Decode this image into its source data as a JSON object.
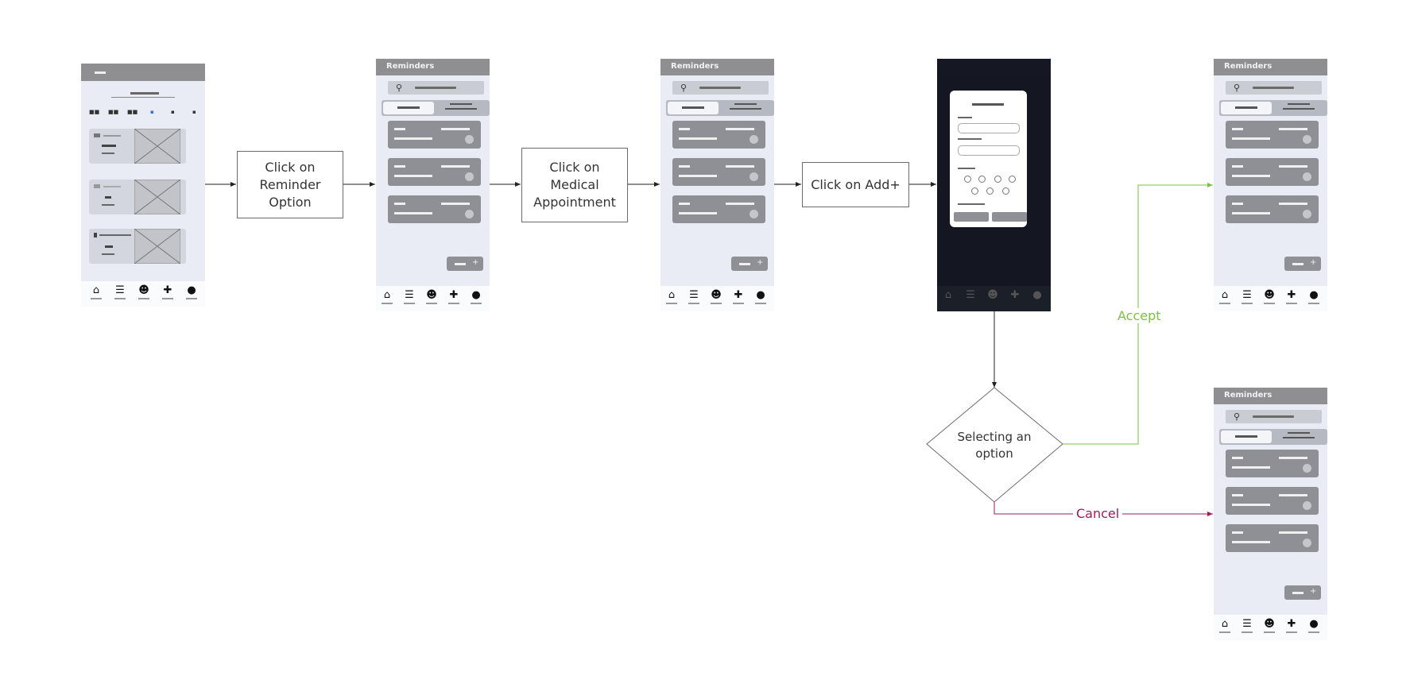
{
  "flow": {
    "step1": "Click on Reminder Option",
    "step2": "Click on Medical Appointment",
    "step3": "Click on Add+",
    "decision": "Selecting an option",
    "accept": "Accept",
    "cancel": "Cancel"
  },
  "reminders_screen": {
    "title": "Reminders"
  },
  "colors": {
    "accept": "#7ac143",
    "cancel": "#a3195b",
    "arrow": "#222222"
  },
  "icons": [
    "search-icon",
    "home-icon",
    "list-icon",
    "doctor-icon",
    "pharmacy-icon",
    "profile-icon"
  ]
}
